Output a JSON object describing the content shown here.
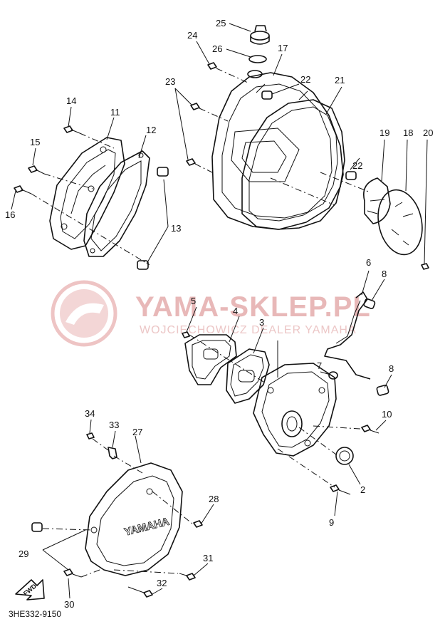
{
  "watermark": {
    "title": "YAMA-SKLEP.PL",
    "subtitle": "WOJCIECHOWICZ DEALER YAMAHA"
  },
  "diagram_code": "3HE332-9150",
  "cover_logo": "YAMAHA",
  "fwd_label": "FWD",
  "callouts": {
    "c2": "2",
    "c3": "3",
    "c4": "4",
    "c5": "5",
    "c6": "6",
    "c7": "7",
    "c8a": "8",
    "c8b": "8",
    "c9": "9",
    "c10": "10",
    "c11": "11",
    "c12": "12",
    "c13": "13",
    "c14": "14",
    "c15": "15",
    "c16": "16",
    "c17": "17",
    "c18": "18",
    "c19": "19",
    "c20": "20",
    "c21": "21",
    "c22a": "22",
    "c22b": "22",
    "c23": "23",
    "c24": "24",
    "c25": "25",
    "c26": "26",
    "c27": "27",
    "c28": "28",
    "c29": "29",
    "c30": "30",
    "c31": "31",
    "c32": "32",
    "c33": "33",
    "c34": "34"
  },
  "colors": {
    "line": "#111111",
    "watermark": "#e8b8b8"
  }
}
